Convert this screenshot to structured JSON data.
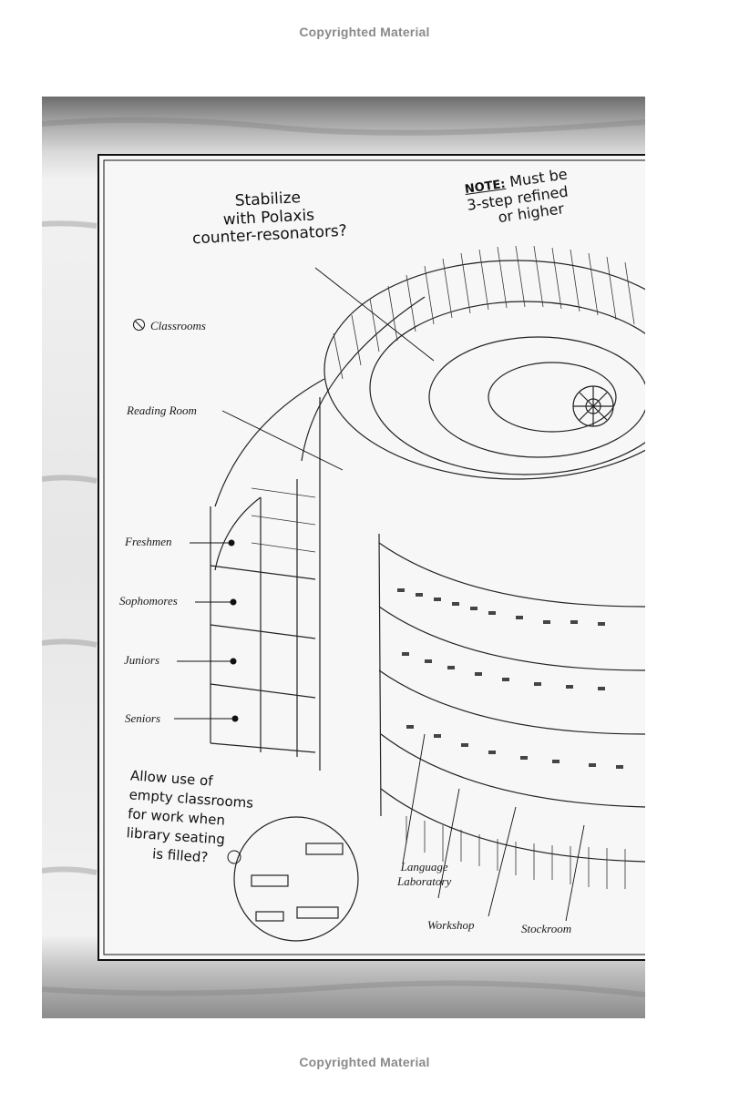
{
  "header": {
    "copyright": "Copyrighted Material"
  },
  "footer": {
    "copyright": "Copyrighted Material"
  },
  "labels": {
    "classrooms": "Classrooms",
    "reading_room": "Reading Room",
    "freshmen": "Freshmen",
    "sophomores": "Sophomores",
    "juniors": "Juniors",
    "seniors": "Seniors",
    "language_laboratory_1": "Language",
    "language_laboratory_2": "Laboratory",
    "workshop": "Workshop",
    "stockroom": "Stockroom"
  },
  "notes": {
    "stabilize": [
      "Stabilize",
      "with Polaxis",
      "counter-resonators?"
    ],
    "note_keyword": "NOTE:",
    "note": [
      "Must be",
      "3-step refined",
      "or higher"
    ],
    "allow": [
      "Allow use of",
      "empty classrooms",
      "for work when",
      "library seating",
      "is filled?"
    ]
  },
  "icons": [
    "classrooms-symbol-icon"
  ]
}
